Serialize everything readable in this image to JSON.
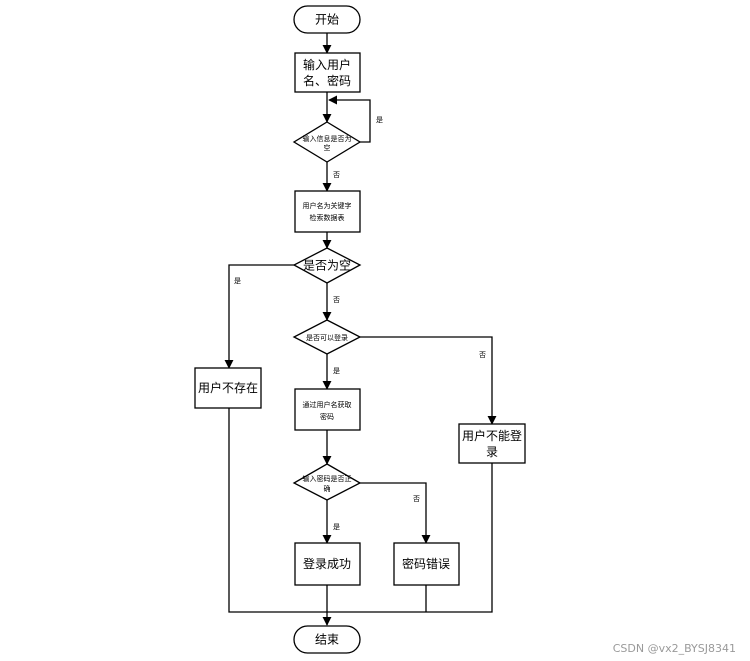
{
  "flowchart": {
    "start": "开始",
    "input": [
      "输入用户",
      "名、密码"
    ],
    "check_empty": [
      "输入信息是否为",
      "空"
    ],
    "search": [
      "用户名为关键字",
      "检索数据表"
    ],
    "is_empty": "是否为空",
    "no_user": "用户不存在",
    "can_login": "是否可以登录",
    "get_password": [
      "通过用户名获取",
      "密码"
    ],
    "cannot_login": [
      "用户不能登",
      "录"
    ],
    "pwd_correct": [
      "输入密码是否正",
      "确"
    ],
    "login_success": "登录成功",
    "pwd_error": "密码错误",
    "end": "结束"
  },
  "edge_labels": {
    "yes": "是",
    "no": "否"
  },
  "watermark": "CSDN @vx2_BYSJ8341"
}
